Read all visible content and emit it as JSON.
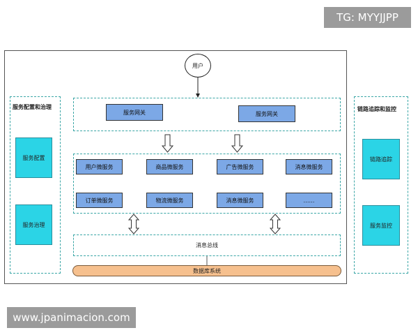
{
  "watermarks": {
    "top_right": "TG: MYYJJPP",
    "bottom_left": "www.jpanimacion.com"
  },
  "user": {
    "label": "用户"
  },
  "left_panel": {
    "title": "服务配置和治理",
    "items": [
      "服务配置",
      "服务治理"
    ]
  },
  "right_panel": {
    "title": "链路追踪和监控",
    "items": [
      "链路追踪",
      "服务监控"
    ]
  },
  "gateway": {
    "items": [
      "服务网关",
      "服务网关"
    ]
  },
  "services": {
    "row1": [
      "用户微服务",
      "商品微服务",
      "广告微服务",
      "消息微服务"
    ],
    "row2": [
      "订单微服务",
      "物流微服务",
      "消息微服务",
      "……"
    ]
  },
  "bus": {
    "label": "消息总线"
  },
  "database": {
    "label": "数据库系统"
  },
  "colors": {
    "teal_box": "#2bd4e6",
    "blue_box": "#7ca8e6",
    "dashed_border": "#3aa6a6",
    "database": "#f6c08e",
    "watermark_bg": "#9b9b9b"
  }
}
